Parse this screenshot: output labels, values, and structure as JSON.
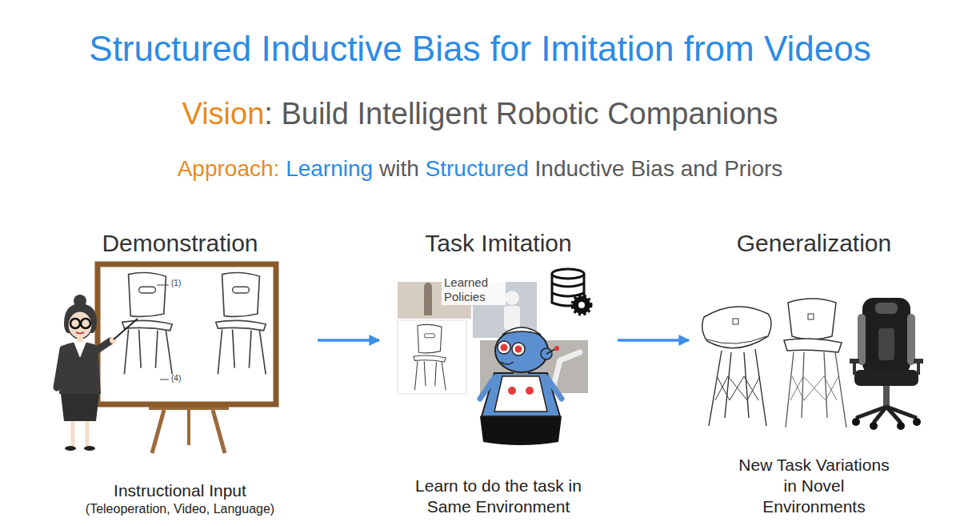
{
  "diagram": {
    "title": "Structured Inductive Bias for Imitation from Videos",
    "nodes": [
      {
        "text": [
          "Demonstration",
          "Instructional Input",
          "(Teleoperation, Video, Language)"
        ]
      },
      {
        "text": [
          "Task Imitation",
          "Learn to do the task in Same Environment"
        ]
      },
      {
        "text": [
          "Generalization",
          "New Task Variations in Novel Environments"
        ]
      }
    ],
    "edges": [
      {
        "from": 0,
        "to": 1,
        "arrow": "to"
      },
      {
        "from": 1,
        "to": 2,
        "arrow": "to"
      }
    ],
    "labels": [
      "Vision",
      ": Build Intelligent Robotic Companions",
      "Approach:",
      "Learning",
      "with",
      "Structured",
      "Inductive Bias and Priors",
      "(1)",
      "(4)",
      "Learned Policies"
    ]
  }
}
